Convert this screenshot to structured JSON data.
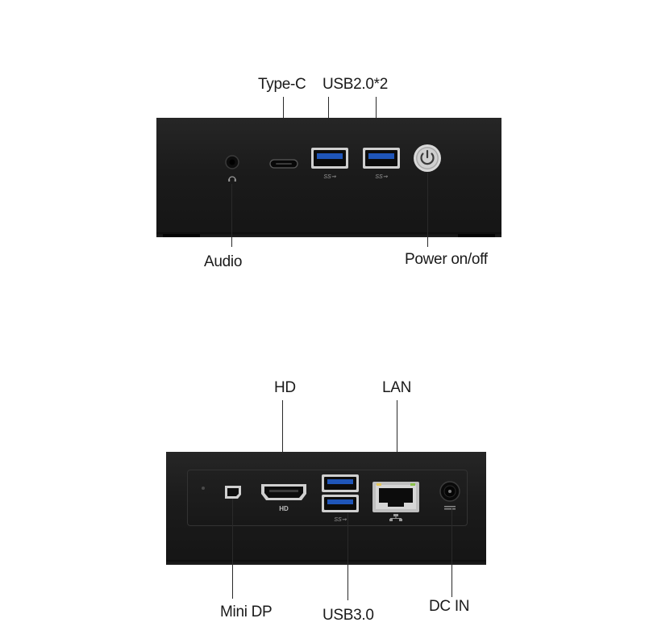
{
  "front_view": {
    "labels": {
      "type_c": "Type-C",
      "usb2": "USB2.0*2",
      "audio": "Audio",
      "power": "Power on/off"
    },
    "icons": [
      "audio-jack-icon",
      "headphone-icon",
      "usb-c-port-icon",
      "usb-a-port-icon",
      "power-icon"
    ]
  },
  "rear_view": {
    "labels": {
      "hd": "HD",
      "lan": "LAN",
      "mini_dp": "Mini DP",
      "usb3": "USB3.0",
      "dc_in": "DC IN"
    },
    "icons": [
      "mini-dp-port-icon",
      "hdmi-port-icon",
      "usb-a-port-icon",
      "rj45-port-icon",
      "network-icon",
      "dc-jack-icon"
    ]
  },
  "colors": {
    "device_body": "#1c1c1c",
    "port_frame": "#cfcfcf",
    "label_text": "#1a1a1a"
  }
}
